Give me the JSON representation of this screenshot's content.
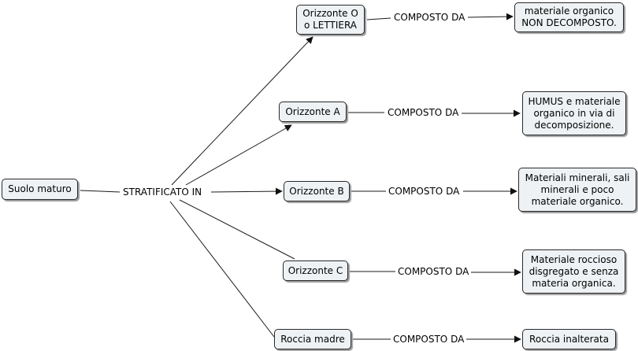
{
  "nodes": {
    "suolo": "Suolo maturo",
    "oriz_o": "Orizzonte O\no LETTIERA",
    "oriz_a": "Orizzonte A",
    "oriz_b": "Orizzonte B",
    "oriz_c": "Orizzonte C",
    "roccia_madre": "Roccia madre",
    "desc_o": "materiale organico\nNON DECOMPOSTO.",
    "desc_a": "HUMUS e materiale\norganico  in via di\ndecomposizione.",
    "desc_b": "Materiali minerali, sali\nminerali e poco\nmateriale organico.",
    "desc_c": "Materiale roccioso\ndisgregato e senza\nmateria organica.",
    "desc_roccia": "Roccia inalterata"
  },
  "links": {
    "stratificato": "STRATIFICATO IN",
    "composto_o": "COMPOSTO DA",
    "composto_a": "COMPOSTO DA",
    "composto_b": "COMPOSTO DA",
    "composto_c": "COMPOSTO DA",
    "composto_roccia": "COMPOSTO DA"
  },
  "colors": {
    "node_fill": "#eef2f4",
    "line": "#1a1a1a"
  }
}
